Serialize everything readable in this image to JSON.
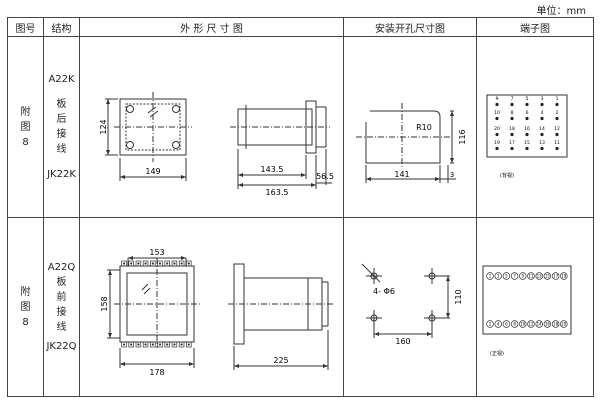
{
  "unit_label": "单位：mm",
  "headers": {
    "figure_no": "图号",
    "structure": "结构",
    "outline": "外 形 尺 寸 图",
    "mounting": "安装开孔尺寸图",
    "terminal": "端子图"
  },
  "rows": [
    {
      "figure_label": [
        "附",
        "图",
        "8"
      ],
      "model_top": "A22K",
      "structure_chars": [
        "板",
        "后",
        "接",
        "线"
      ],
      "model_bottom": "JK22K",
      "outline": {
        "front_height": "124",
        "front_width": "149",
        "side_a": "143.5",
        "side_b": "163.5",
        "side_c": "56.5"
      },
      "mounting": {
        "radius": "R10",
        "height": "116",
        "width": "141",
        "gap": "3"
      },
      "terminal": {
        "note": "(背视)",
        "row1": [
          "9",
          "7",
          "5",
          "3",
          "1"
        ],
        "row2": [
          "10",
          "8",
          "6",
          "4",
          "2"
        ],
        "row3": [
          "20",
          "18",
          "16",
          "14",
          "12"
        ],
        "row4": [
          "19",
          "17",
          "15",
          "13",
          "11"
        ]
      }
    },
    {
      "figure_label": [
        "附",
        "图",
        "8"
      ],
      "model_top": "A22Q",
      "structure_chars": [
        "板",
        "前",
        "接",
        "线"
      ],
      "model_bottom": "JK22Q",
      "outline": {
        "top_width": "153",
        "left_height": "158",
        "bottom_width": "178",
        "side_length": "225"
      },
      "mounting": {
        "hole": "4- Φ6",
        "height": "110",
        "width": "160"
      },
      "terminal": {
        "note": "(正视)",
        "row1": [
          "1",
          "3",
          "5",
          "7",
          "9",
          "11",
          "13",
          "15",
          "17",
          "19"
        ],
        "row2": [
          "2",
          "4",
          "6",
          "8",
          "10",
          "12",
          "14",
          "16",
          "18",
          "20"
        ]
      }
    }
  ]
}
